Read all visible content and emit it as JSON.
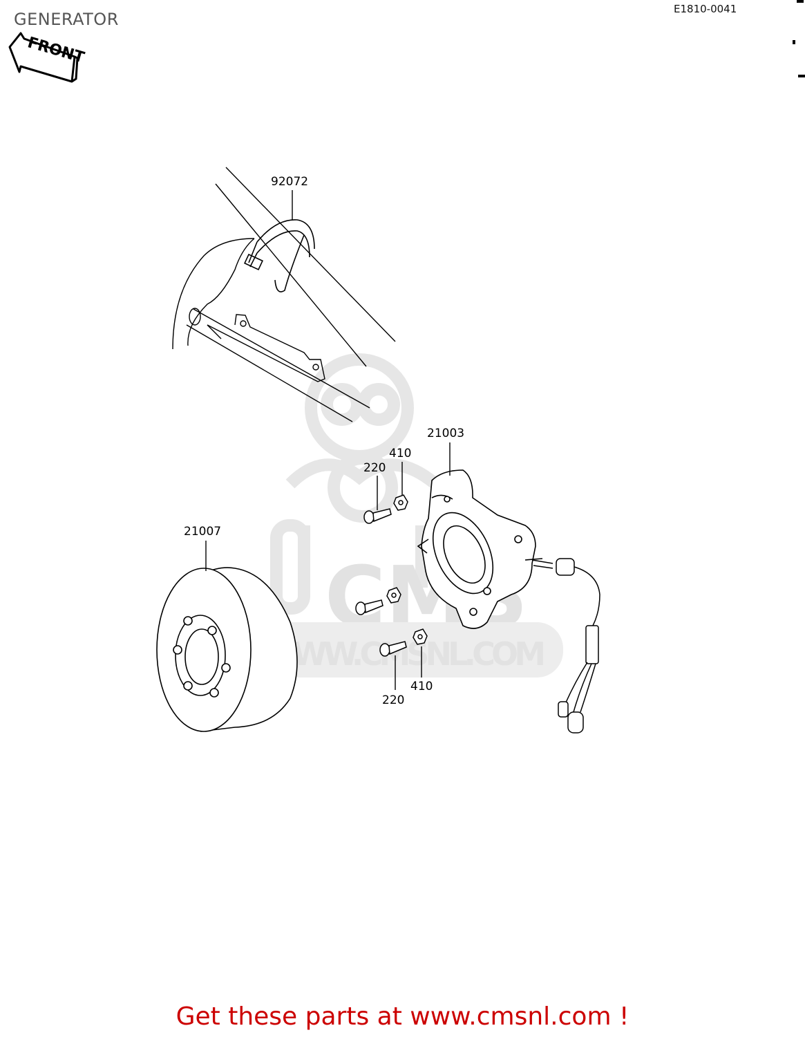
{
  "header": {
    "title": "GENERATOR",
    "diagram_code": "E1810-0041"
  },
  "front_arrow": {
    "label": "FRONT"
  },
  "callouts": {
    "clamp": "92072",
    "stator": "21003",
    "flywheel": "21007",
    "screw_upper": "220",
    "nut_upper": "410",
    "screw_lower": "220",
    "nut_lower": "410"
  },
  "watermark": {
    "logo_text": "CMS",
    "url_text": "WWW.CMSNL.COM"
  },
  "footer": {
    "promo": "Get these parts at www.cmsnl.com !"
  },
  "colors": {
    "footer_text": "#cc0000",
    "title_text": "#555555",
    "watermark": "#e2e2e2"
  }
}
